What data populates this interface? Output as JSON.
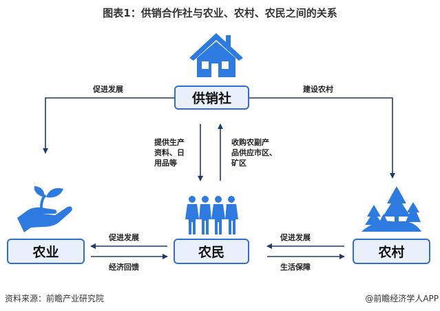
{
  "title": "图表1：供销合作社与农业、农村、农民之间的关系",
  "nodes": {
    "coop": "供销社",
    "agriculture": "农业",
    "farmers": "农民",
    "countryside": "农村"
  },
  "edges": {
    "coop_to_agriculture": "促进发展",
    "coop_to_countryside": "建设农村",
    "coop_to_farmers": [
      "提供生产",
      "资料、日",
      "用品等"
    ],
    "farmers_to_coop": [
      "收购农副产",
      "品供应市区、",
      "矿区"
    ],
    "farmers_to_agriculture": "促进发展",
    "agriculture_to_farmers": "经济回馈",
    "countryside_to_farmers": "促进发展",
    "farmers_to_countryside": "生活保障"
  },
  "footer": {
    "source": "资料来源：前瞻产业研究院",
    "credit": "@前瞻经济学人APP"
  },
  "colors": {
    "icon": "#2d7be0",
    "box_border": "#2f6fd0",
    "box_fill": "#e9f0fb",
    "arrow": "#1f3a6e"
  }
}
